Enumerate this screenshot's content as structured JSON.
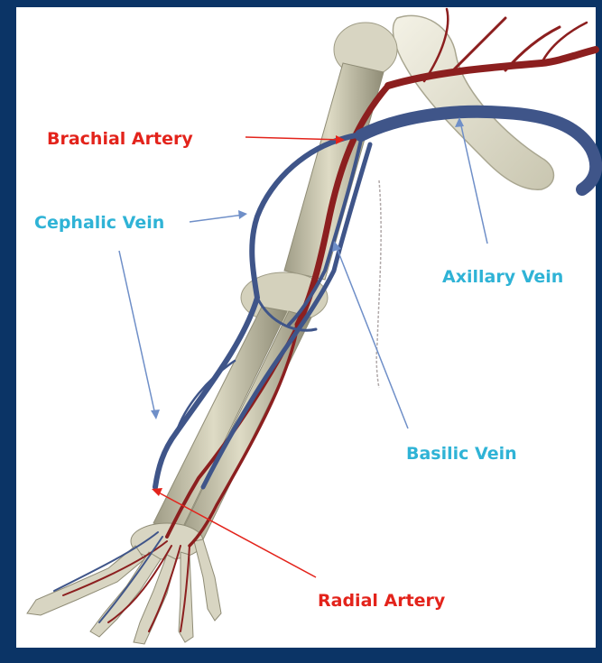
{
  "labels": {
    "brachial_artery": "Brachial Artery",
    "cephalic_vein": "Cephalic Vein",
    "axillary_vein": "Axillary Vein",
    "basilic_vein": "Basilic Vein",
    "radial_artery": "Radial Artery"
  },
  "colors": {
    "frame": "#0b3466",
    "artery_label": "#e3231b",
    "vein_label": "#2fb3d6",
    "artery": "#8c1f1f",
    "vein": "#3f5589",
    "bone": "#c9c5ad"
  }
}
